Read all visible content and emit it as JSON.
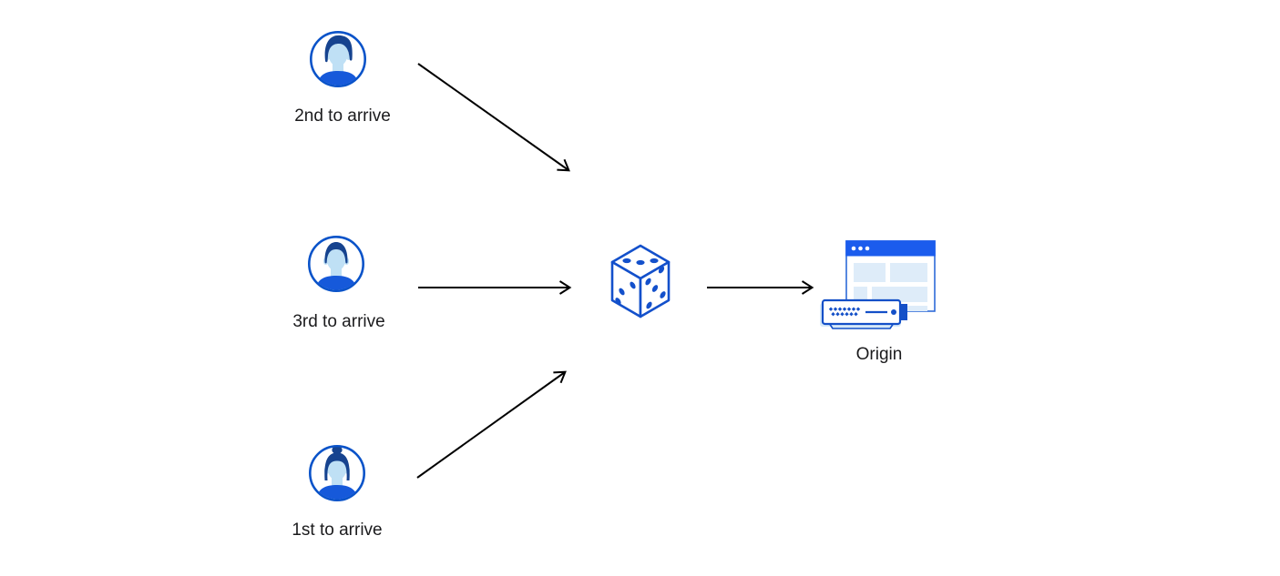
{
  "diagram": {
    "visitors": [
      {
        "position": "top",
        "label": "2nd to arrive",
        "icon": "avatar-man-quiff-icon"
      },
      {
        "position": "middle",
        "label": "3rd to arrive",
        "icon": "avatar-man-short-hair-icon"
      },
      {
        "position": "bottom",
        "label": "1st to arrive",
        "icon": "avatar-woman-bun-icon"
      }
    ],
    "center": {
      "label": "",
      "icon": "dice-icon"
    },
    "origin": {
      "label": "Origin",
      "icon": "origin-server-icon"
    },
    "edges": [
      {
        "from": "2nd to arrive",
        "to": "dice"
      },
      {
        "from": "3rd to arrive",
        "to": "dice"
      },
      {
        "from": "1st to arrive",
        "to": "dice"
      },
      {
        "from": "dice",
        "to": "Origin"
      }
    ]
  },
  "colors": {
    "background": "#ffffff",
    "arrow_black": "#000000",
    "circle_border_blue": "#0a53c9",
    "shirt_royal_blue": "#1659da",
    "hair_navy": "#16438f",
    "skin_light_blue": "#bfe0f5",
    "dice_blue": "#1350cb",
    "window_header_blue": "#1b5ced",
    "window_border_blue": "#2e6ad9",
    "panel_light_blue": "#deecf9",
    "server_blue": "#1450c8",
    "server_shadow_blue": "#d6e9f8",
    "label_text": "#1b1b1d"
  }
}
